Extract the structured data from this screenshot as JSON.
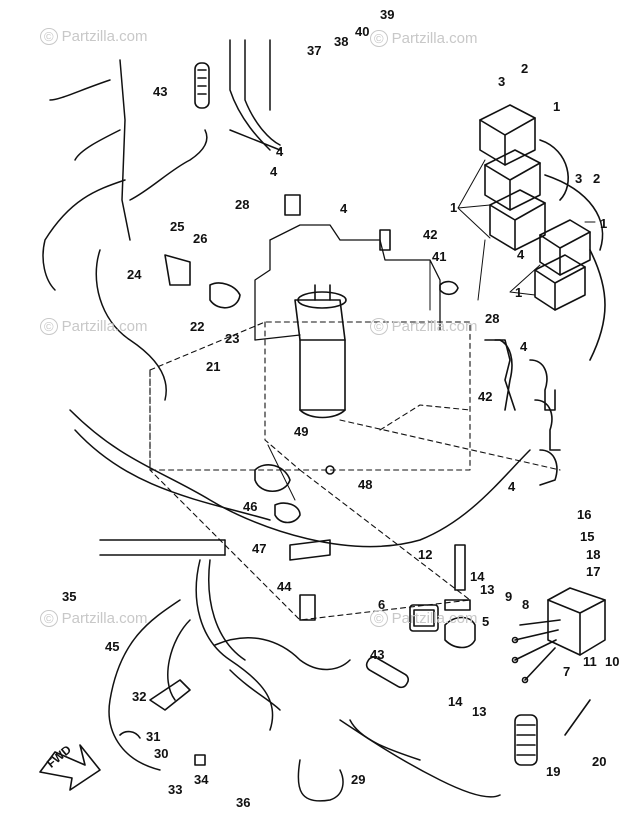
{
  "watermark": {
    "text": "Partzilla.com",
    "symbol": "©"
  },
  "fwd_arrow": {
    "label": "FWD"
  },
  "callouts": {
    "n1": "1",
    "n2": "2",
    "n3": "3",
    "n4": "4",
    "n5": "5",
    "n6": "6",
    "n7": "7",
    "n8": "8",
    "n9": "9",
    "n10": "10",
    "n11": "11",
    "n12": "12",
    "n13": "13",
    "n14": "14",
    "n15": "15",
    "n16": "16",
    "n17": "17",
    "n18": "18",
    "n19": "19",
    "n20": "20",
    "n21": "21",
    "n22": "22",
    "n23": "23",
    "n24": "24",
    "n25": "25",
    "n26": "26",
    "n28": "28",
    "n29": "29",
    "n30": "30",
    "n31": "31",
    "n32": "32",
    "n33": "33",
    "n34": "34",
    "n35": "35",
    "n36": "36",
    "n37": "37",
    "n38": "38",
    "n39": "39",
    "n40": "40",
    "n41": "41",
    "n42": "42",
    "n43": "43",
    "n44": "44",
    "n45": "45",
    "n46": "46",
    "n47": "47",
    "n48": "48",
    "n49": "49"
  },
  "colors": {
    "ink": "#111111",
    "watermark": "#c8c8c8"
  }
}
